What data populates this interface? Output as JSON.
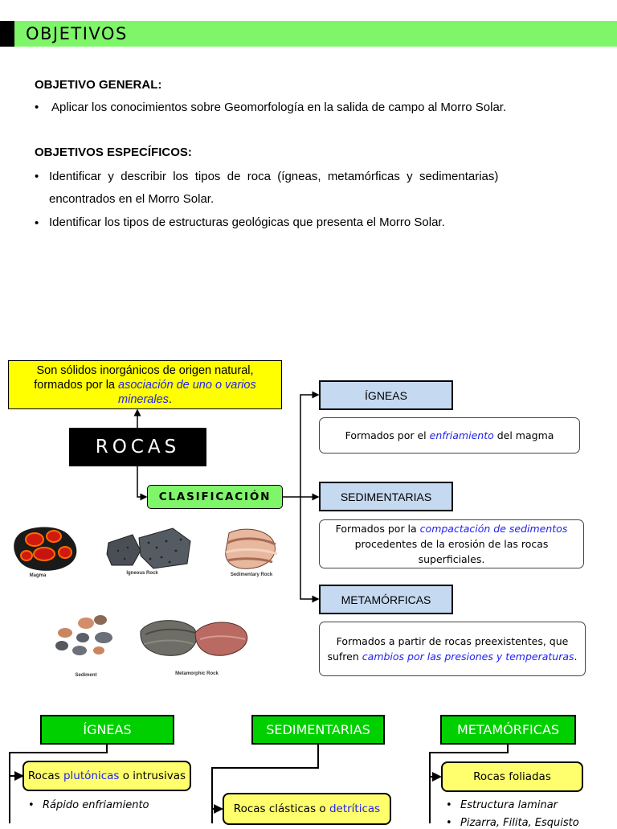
{
  "header": {
    "title": "OBJETIVOS",
    "bar_color": "#7ff56a"
  },
  "objetivo_general": {
    "heading": "OBJETIVO GENERAL:",
    "items": [
      "Aplicar los conocimientos sobre Geomorfología en la salida de campo al Morro Solar."
    ]
  },
  "objetivos_especificos": {
    "heading": "OBJETIVOS ESPECÍFICOS:",
    "item1_line1": "Identificar  y  describir  los  tipos  de  roca  (ígneas,  metamórficas  y  sedimentarias)",
    "item1_line2": "encontrados en el Morro Solar.",
    "item2": "Identificar los tipos de estructuras geológicas que presenta el Morro Solar."
  },
  "diagram": {
    "definition": {
      "part1": "Son sólidos inorgánicos de origen natural, formados por la",
      "highlight": "asociación de uno o varios minerales",
      "end": "."
    },
    "rocas": "ROCAS",
    "clasificacion": "CLASIFICACIÓN",
    "types": [
      {
        "label": "ÍGNEAS",
        "desc_pre": "Formados por el",
        "desc_highlight": "enfriamiento",
        "desc_post": "del magma"
      },
      {
        "label": "SEDIMENTARIAS",
        "desc_pre": "Formados por la",
        "desc_highlight": "compactación de sedimentos",
        "desc_post": "procedentes de la erosión de las rocas superficiales."
      },
      {
        "label": "METAMÓRFICAS",
        "desc_pre": "Formados  a partir de rocas preexistentes, que sufren",
        "desc_highlight": "cambios por las presiones y temperaturas",
        "desc_post": "."
      }
    ],
    "image_labels": {
      "magma": "Magma",
      "igneous": "Igneous Rock",
      "sedimentary": "Sedimentary Rock",
      "sediment": "Sediment",
      "metamorphic": "Metamorphic Rock"
    }
  },
  "bottom": {
    "igneas": {
      "title": "ÍGNEAS",
      "sub_pre": "Rocas ",
      "sub_hl": "plutónicas",
      "sub_post": " o intrusivas",
      "bullet": "Rápido enfriamiento"
    },
    "sedimentarias": {
      "title": "SEDIMENTARIAS",
      "sub_pre": "Rocas clásticas o ",
      "sub_hl": "detríticas"
    },
    "metamorficas": {
      "title": "METAMÓRFICAS",
      "sub": "Rocas foliadas",
      "bullet1": "Estructura laminar",
      "bullet2_partial": "Pizarra, Filita, Esquisto"
    }
  }
}
